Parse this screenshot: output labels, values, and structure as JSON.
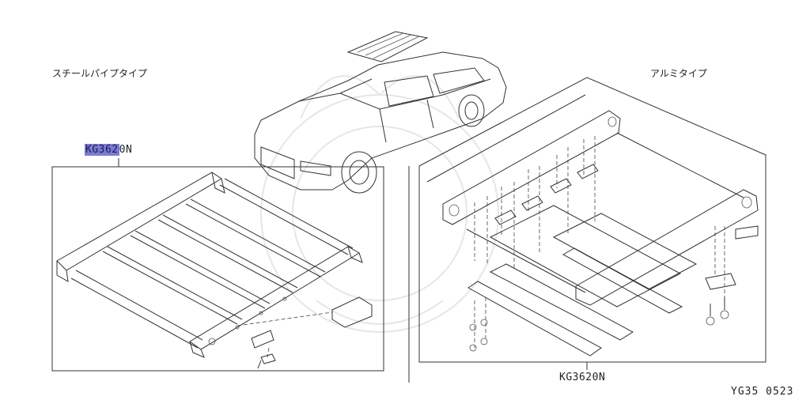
{
  "labels": {
    "steel_type": "スチールパイプタイプ",
    "alu_type": "アルミタイプ"
  },
  "part_numbers": {
    "left_highlight": "KG362",
    "left_rest": "0N",
    "bottom": "KG3620N"
  },
  "diagram_code": "YG35 0523",
  "colors": {
    "highlight": "#7b7bd6",
    "line": "#333333"
  }
}
